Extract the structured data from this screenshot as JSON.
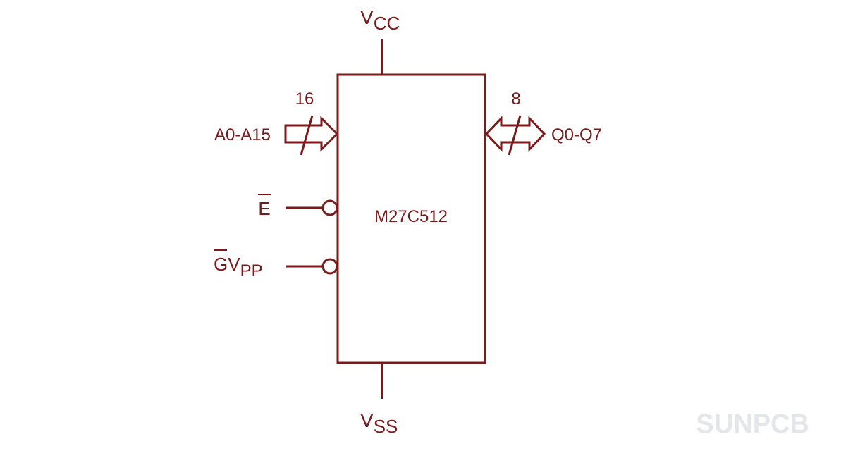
{
  "diagram": {
    "chip_name": "M27C512",
    "power": {
      "vcc_base": "V",
      "vcc_sub": "CC",
      "vss_base": "V",
      "vss_sub": "SS"
    },
    "address_bus": {
      "label": "A0-A15",
      "width": "16"
    },
    "data_bus": {
      "label": "Q0-Q7",
      "width": "8"
    },
    "chip_enable": {
      "label": "E"
    },
    "output_enable": {
      "label_g": "G",
      "label_v": "V",
      "label_sub": "PP"
    },
    "colors": {
      "stroke": "#7a1a1a",
      "watermark": "#e3e7ea"
    }
  },
  "watermark": {
    "text": "SUNPCB"
  }
}
